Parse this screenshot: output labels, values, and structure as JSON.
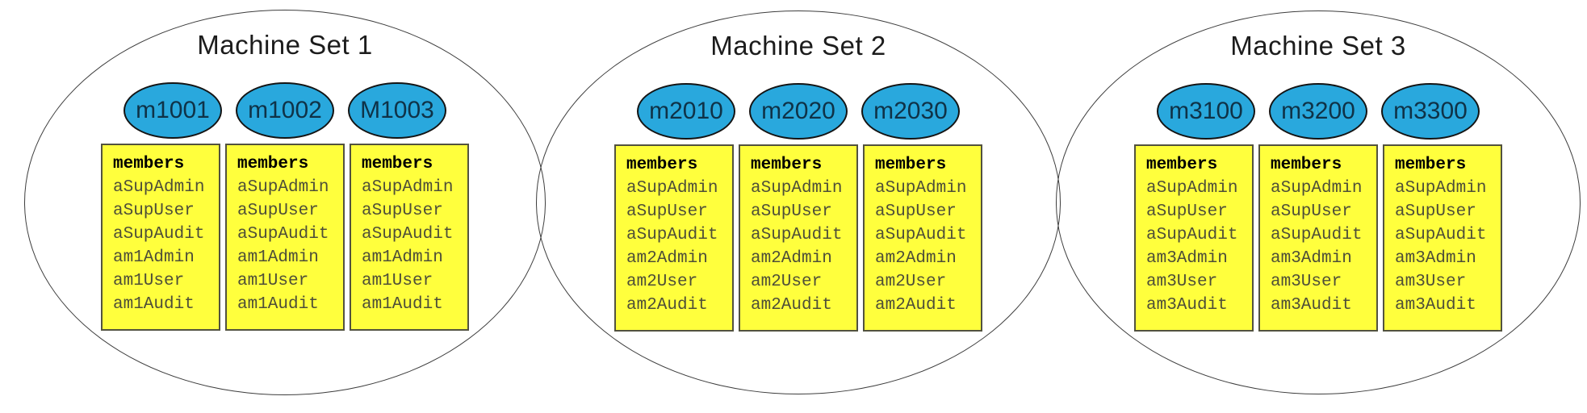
{
  "diagram": {
    "description": "Three machine sets, each an ellipse containing three machine nodes with identical member account lists",
    "labels": {
      "members_header": "members"
    },
    "colors": {
      "background": "#ffffff",
      "set_ellipse_border": "#3d3d3d",
      "machine_oval_fill": "#29a8dd",
      "machine_oval_border": "#141414",
      "machine_label_text": "#0f3247",
      "member_box_fill": "#ffff3d",
      "member_box_border": "#52523f",
      "member_header_text": "#000000",
      "member_item_text": "#4e4e38",
      "title_text": "#1c1c1c"
    },
    "sets": [
      {
        "title": "Machine Set 1",
        "machines": [
          {
            "name": "m1001",
            "members": [
              "aSupAdmin",
              "aSupUser",
              "aSupAudit",
              "am1Admin",
              "am1User",
              "am1Audit"
            ]
          },
          {
            "name": "m1002",
            "members": [
              "aSupAdmin",
              "aSupUser",
              "aSupAudit",
              "am1Admin",
              "am1User",
              "am1Audit"
            ]
          },
          {
            "name": "M1003",
            "members": [
              "aSupAdmin",
              "aSupUser",
              "aSupAudit",
              "am1Admin",
              "am1User",
              "am1Audit"
            ]
          }
        ]
      },
      {
        "title": "Machine Set 2",
        "machines": [
          {
            "name": "m2010",
            "members": [
              "aSupAdmin",
              "aSupUser",
              "aSupAudit",
              "am2Admin",
              "am2User",
              "am2Audit"
            ]
          },
          {
            "name": "m2020",
            "members": [
              "aSupAdmin",
              "aSupUser",
              "aSupAudit",
              "am2Admin",
              "am2User",
              "am2Audit"
            ]
          },
          {
            "name": "m2030",
            "members": [
              "aSupAdmin",
              "aSupUser",
              "aSupAudit",
              "am2Admin",
              "am2User",
              "am2Audit"
            ]
          }
        ]
      },
      {
        "title": "Machine Set 3",
        "machines": [
          {
            "name": "m3100",
            "members": [
              "aSupAdmin",
              "aSupUser",
              "aSupAudit",
              "am3Admin",
              "am3User",
              "am3Audit"
            ]
          },
          {
            "name": "m3200",
            "members": [
              "aSupAdmin",
              "aSupUser",
              "aSupAudit",
              "am3Admin",
              "am3User",
              "am3Audit"
            ]
          },
          {
            "name": "m3300",
            "members": [
              "aSupAdmin",
              "aSupUser",
              "aSupAudit",
              "am3Admin",
              "am3User",
              "am3Audit"
            ]
          }
        ]
      }
    ]
  }
}
